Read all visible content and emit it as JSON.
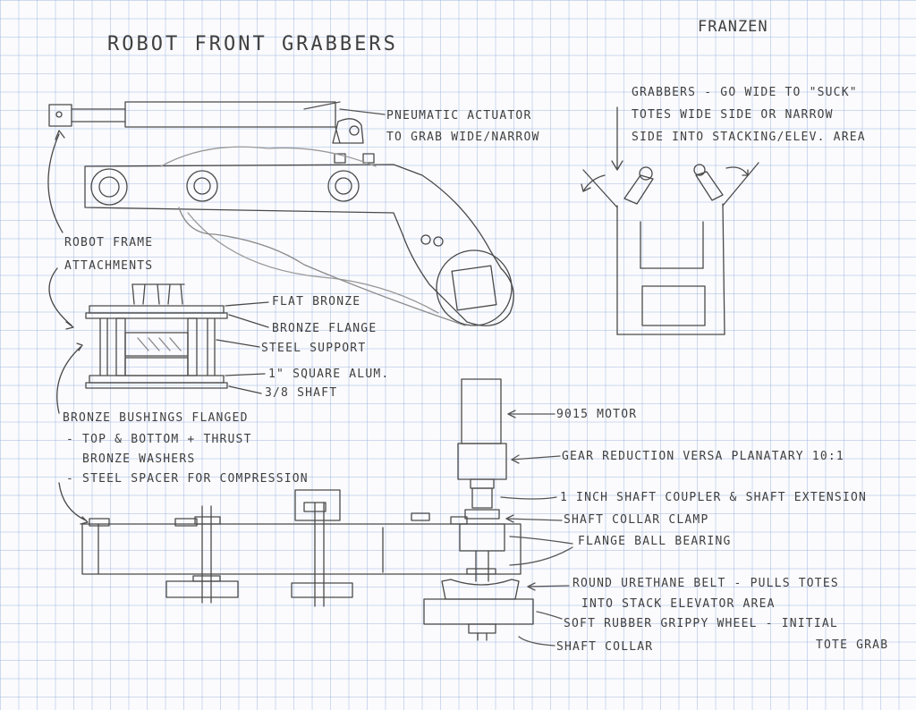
{
  "title": "Robot Front Grabbers",
  "author": "Franzen",
  "labels": {
    "pneumatic_actuator": "Pneumatic Actuator",
    "pneumatic_actuator_2": "to Grab Wide/Narrow",
    "grabbers_1": "Grabbers - Go Wide to \"Suck\"",
    "grabbers_2": "Totes Wide Side or Narrow",
    "grabbers_3": "Side into Stacking/Elev. Area",
    "frame_attach_1": "Robot Frame",
    "frame_attach_2": "Attachments",
    "flat_bronze": "Flat Bronze",
    "bronze_flange": "Bronze Flange",
    "steel_support": "Steel Support",
    "square_alum": "1\" Square Alum.",
    "shaft": "3/8 Shaft",
    "bushings_1": "Bronze Bushings Flanged",
    "bushings_2": "- Top & Bottom + Thrust",
    "bushings_3": "Bronze Washers",
    "bushings_4": "- Steel Spacer for Compression",
    "motor": "9015 Motor",
    "gear_reduction": "Gear Reduction Versa Planatary 10:1",
    "coupler": "1 Inch Shaft Coupler & Shaft Extension",
    "collar_clamp": "Shaft Collar Clamp",
    "ball_bearing": "Flange Ball Bearing",
    "belt_1": "Round Urethane Belt - Pulls Totes",
    "belt_2": "into Stack Elevator Area",
    "wheel_1": "Soft Rubber Grippy Wheel - Initial",
    "wheel_2": "Tote Grab",
    "shaft_collar": "Shaft Collar"
  },
  "colors": {
    "pencil": "#3a3a3a",
    "grid": "#96afdc",
    "paper": "#fbfbfd"
  }
}
